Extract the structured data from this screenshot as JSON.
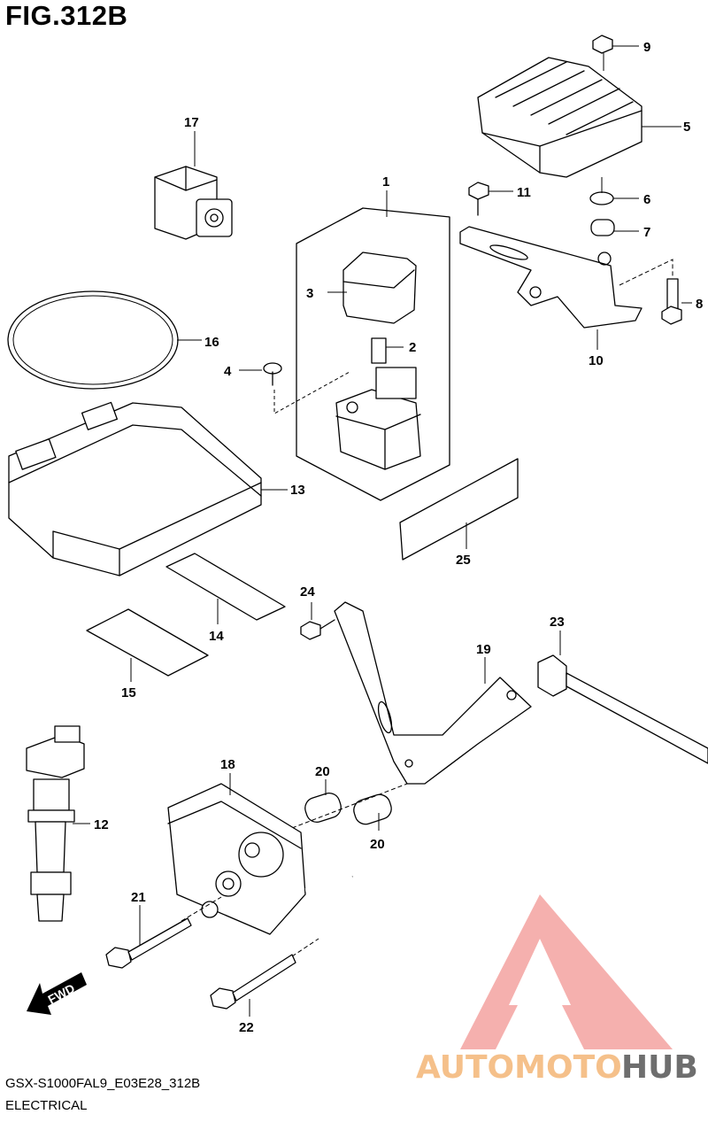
{
  "figure": {
    "title": "FIG.312B",
    "code": "GSX-S1000FAL9_E03E28_312B",
    "name": "ELECTRICAL"
  },
  "callouts": [
    "1",
    "2",
    "3",
    "4",
    "5",
    "6",
    "7",
    "8",
    "9",
    "10",
    "11",
    "12",
    "13",
    "14",
    "15",
    "16",
    "17",
    "18",
    "19",
    "20",
    "20",
    "21",
    "22",
    "23",
    "24",
    "25"
  ],
  "direction_marker": "FWD",
  "watermark": {
    "part1": "AUTOMOTO",
    "part2": "HUB",
    "color1": "#f5c08a",
    "color2": "#f4a3a0",
    "color3": "#6e6e6e"
  }
}
